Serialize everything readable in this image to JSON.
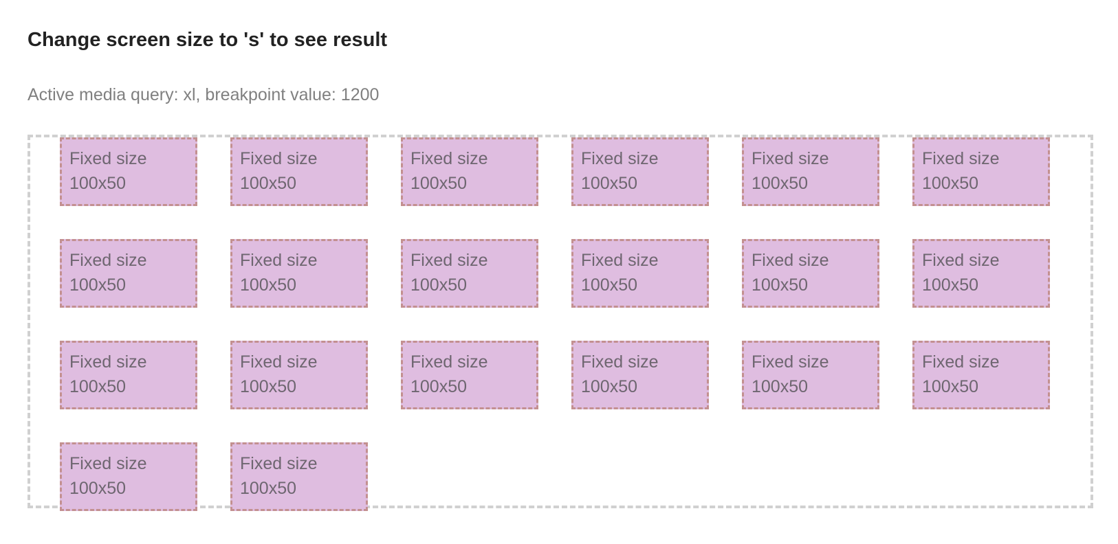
{
  "header": {
    "title": "Change screen size to 's' to see result",
    "status": "Active media query: xl, breakpoint value: 1200"
  },
  "boxes": [
    {
      "line1": "Fixed size",
      "line2": "100x50"
    },
    {
      "line1": "Fixed size",
      "line2": "100x50"
    },
    {
      "line1": "Fixed size",
      "line2": "100x50"
    },
    {
      "line1": "Fixed size",
      "line2": "100x50"
    },
    {
      "line1": "Fixed size",
      "line2": "100x50"
    },
    {
      "line1": "Fixed size",
      "line2": "100x50"
    },
    {
      "line1": "Fixed size",
      "line2": "100x50"
    },
    {
      "line1": "Fixed size",
      "line2": "100x50"
    },
    {
      "line1": "Fixed size",
      "line2": "100x50"
    },
    {
      "line1": "Fixed size",
      "line2": "100x50"
    },
    {
      "line1": "Fixed size",
      "line2": "100x50"
    },
    {
      "line1": "Fixed size",
      "line2": "100x50"
    },
    {
      "line1": "Fixed size",
      "line2": "100x50"
    },
    {
      "line1": "Fixed size",
      "line2": "100x50"
    },
    {
      "line1": "Fixed size",
      "line2": "100x50"
    },
    {
      "line1": "Fixed size",
      "line2": "100x50"
    },
    {
      "line1": "Fixed size",
      "line2": "100x50"
    },
    {
      "line1": "Fixed size",
      "line2": "100x50"
    },
    {
      "line1": "Fixed size",
      "line2": "100x50"
    },
    {
      "line1": "Fixed size",
      "line2": "100x50"
    }
  ],
  "colors": {
    "box_fill": "#dfbde0",
    "box_border": "#c39090",
    "container_border": "#d0d0d0"
  }
}
